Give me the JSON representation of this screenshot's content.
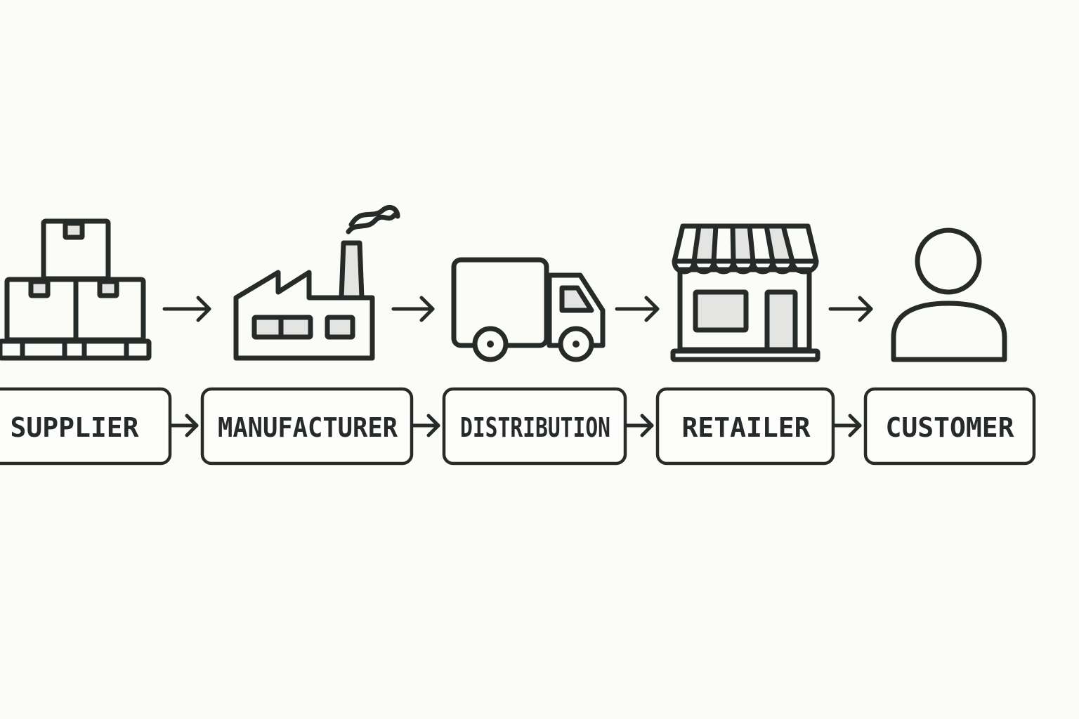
{
  "flow": {
    "stages": [
      {
        "label": "SUPPLIER",
        "icon": "stacked-boxes-icon"
      },
      {
        "label": "MANUFACTURER",
        "icon": "factory-icon"
      },
      {
        "label": "DISTRIBUTION",
        "icon": "delivery-truck-icon"
      },
      {
        "label": "RETAILER",
        "icon": "storefront-icon"
      },
      {
        "label": "CUSTOMER",
        "icon": "person-icon"
      }
    ]
  },
  "colors": {
    "ink": "#262a28",
    "background": "#fbfbf8",
    "fill": "#e4e5e2"
  }
}
